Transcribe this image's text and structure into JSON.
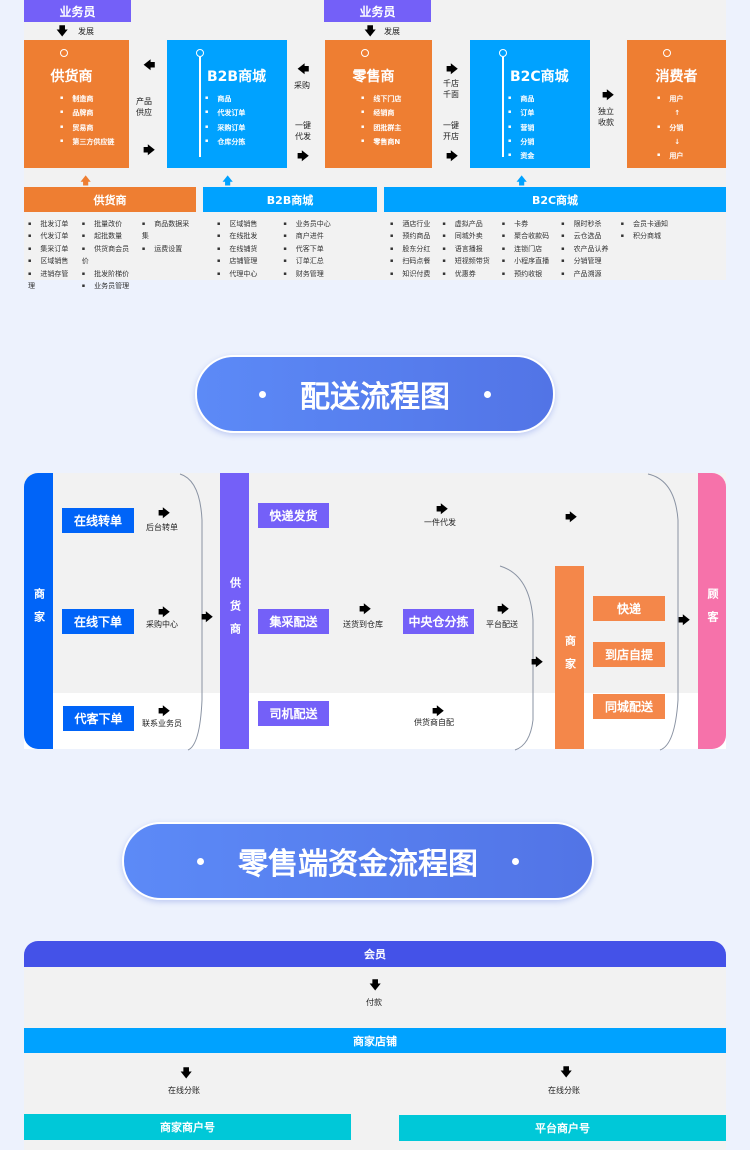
{
  "top": {
    "salesman_left": "业务员",
    "salesman_right": "业务员",
    "develop_left": "发展",
    "develop_right": "发展",
    "supplier": {
      "title": "供货商",
      "items": [
        "制造商",
        "品牌商",
        "贸易商",
        "第三方供应链"
      ]
    },
    "b2b": {
      "title": "B2B商城",
      "items": [
        "商品",
        "代发订单",
        "采购订单",
        "仓库分拣"
      ]
    },
    "retailer": {
      "title": "零售商",
      "items": [
        "线下门店",
        "经销商",
        "团批群主",
        "零售商N"
      ]
    },
    "b2c": {
      "title": "B2C商城",
      "items": [
        "商品",
        "订单",
        "营销",
        "分销",
        "资金"
      ]
    },
    "consumer": {
      "title": "消费者",
      "items": [
        "用户",
        "↑",
        "分销",
        "↓",
        "用户"
      ]
    },
    "labels": {
      "product_supply": "产品\n供应",
      "purchase": "采购",
      "one_click_dropship": "一键\n代发",
      "thousand_stores": "千店\n千面",
      "one_click_open": "一键\n开店",
      "independent_pay": "独立\n收款"
    }
  },
  "features": {
    "supplier": {
      "title": "供货商",
      "cols": [
        [
          "批发订单",
          "代发订单",
          "集采订单",
          "区域销售",
          "进销存管理"
        ],
        [
          "批量改价",
          "起批数量",
          "供货商会员价",
          "批发阶梯价",
          "业务员管理"
        ],
        [
          "商品数据采集",
          "运费设置"
        ]
      ]
    },
    "b2b": {
      "title": "B2B商城",
      "cols": [
        [
          "区域销售",
          "在线批发",
          "在线铺货",
          "店铺管理",
          "代理中心"
        ],
        [
          "业务员中心",
          "商户进件",
          "代客下单",
          "订单汇总",
          "财务管理"
        ]
      ]
    },
    "b2c": {
      "title": "B2C商城",
      "cols": [
        [
          "酒店行业",
          "预约商品",
          "股东分红",
          "扫码点餐",
          "知识付费"
        ],
        [
          "虚拟产品",
          "同城外卖",
          "语言播报",
          "短视频带货",
          "优惠券"
        ],
        [
          "卡券",
          "聚合收款码",
          "连锁门店",
          "小程序直播",
          "预约收银"
        ],
        [
          "限时秒杀",
          "云仓选品",
          "农产品认养",
          "分销管理",
          "产品溯源"
        ],
        [
          "会员卡通知",
          "积分商城"
        ]
      ]
    }
  },
  "delivery": {
    "title": "配送流程图",
    "merchant_left": "商家",
    "supplier": "供货商",
    "merchant_right": "商家",
    "customer": "顾客",
    "online_transfer": "在线转单",
    "backend_transfer": "后台转单",
    "online_order": "在线下单",
    "purchase_center": "采购中心",
    "proxy_order": "代客下单",
    "contact_salesman": "联系业务员",
    "express_ship": "快递发货",
    "one_piece_dropship": "一件代发",
    "group_delivery": "集采配送",
    "to_warehouse": "送货到仓库",
    "central_sort": "中央仓分拣",
    "platform_delivery": "平台配送",
    "driver_delivery": "司机配送",
    "supplier_self": "供货商自配",
    "express": "快递",
    "store_pickup": "到店自提",
    "same_city": "同城配送"
  },
  "funds": {
    "title": "零售端资金流程图",
    "member": "会员",
    "pay": "付款",
    "store": "商家店铺",
    "split_left": "在线分账",
    "split_right": "在线分账",
    "merchant_account": "商家商户号",
    "platform_account": "平台商户号"
  },
  "colors": {
    "purple": "#7460f8",
    "orange": "#ee7e32",
    "blue": "#00a2ff",
    "deep_blue": "#0064f8",
    "pink": "#f672aa",
    "indigo": "#4452e8",
    "cyan": "#00c8d8"
  }
}
